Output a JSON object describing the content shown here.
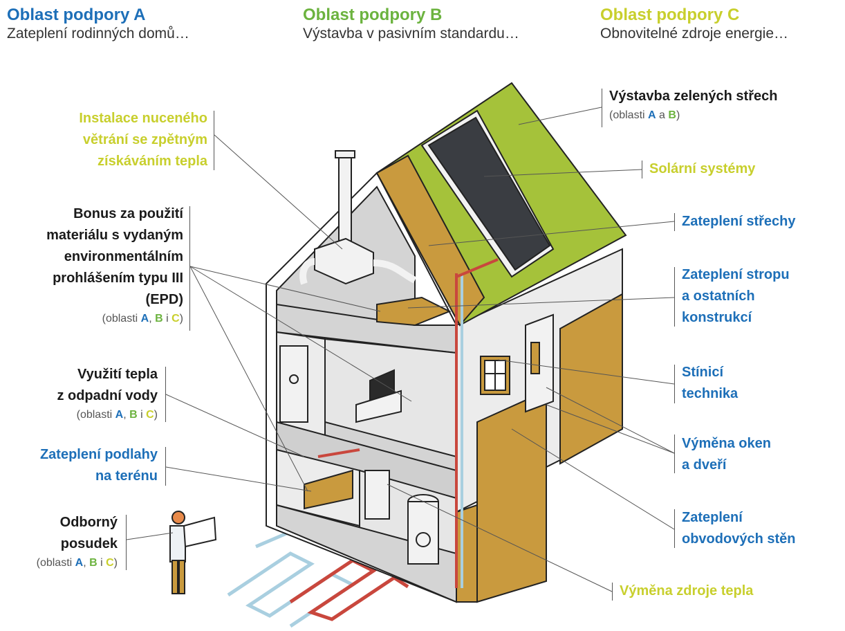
{
  "header": {
    "a": {
      "title": "Oblast podpory A",
      "subtitle": "Zateplení rodinných domů…"
    },
    "b": {
      "title": "Oblast podpory B",
      "subtitle": "Výstavba v pasivním standardu…"
    },
    "c": {
      "title": "Oblast podpory C",
      "subtitle": "Obnovitelné zdroje energie…"
    }
  },
  "labels": {
    "ventilation": [
      "Instalace nuceného",
      "větrání se zpětným",
      "získáváním tepla"
    ],
    "epd": [
      "Bonus za použití",
      "materiálu s vydaným",
      "environmentálním",
      "prohlášením typu III",
      "(EPD)"
    ],
    "epd_note": {
      "prefix": "(oblasti ",
      "a": "A",
      "sep1": ", ",
      "b": "B",
      "sep2": " i ",
      "c": "C",
      "suffix": ")"
    },
    "wastewater": [
      "Využití tepla",
      "z odpadní vody"
    ],
    "wastewater_note": {
      "prefix": "(oblasti ",
      "a": "A",
      "sep1": ", ",
      "b": "B",
      "sep2": " i ",
      "c": "C",
      "suffix": ")"
    },
    "floor": [
      "Zateplení podlahy",
      "na terénu"
    ],
    "expert": [
      "Odborný",
      "posudek"
    ],
    "expert_note": {
      "prefix": "(oblasti ",
      "a": "A",
      "sep1": ", ",
      "b": "B",
      "sep2": " i ",
      "c": "C",
      "suffix": ")"
    },
    "green_roof": "Výstavba zelených střech",
    "green_roof_note": {
      "prefix": "(oblasti ",
      "a": "A",
      "sep1": " a ",
      "b": "B",
      "suffix": ")"
    },
    "solar": "Solární systémy",
    "roof_insulation": "Zateplení střechy",
    "ceiling": [
      "Zateplení stropu",
      "a ostatních",
      "konstrukcí"
    ],
    "shading": [
      "Stínicí",
      "technika"
    ],
    "windows": [
      "Výměna oken",
      "a dveří"
    ],
    "walls": [
      "Zateplení",
      "obvodových stěn"
    ],
    "heat_source": "Výměna zdroje tepla"
  },
  "colors": {
    "blue": "#1d6fb8",
    "green": "#6cb33f",
    "lime": "#c8cf2d",
    "roof_green": "#a5c23a",
    "insulation": "#c99a3e",
    "wall_grey": "#d4d4d4"
  }
}
